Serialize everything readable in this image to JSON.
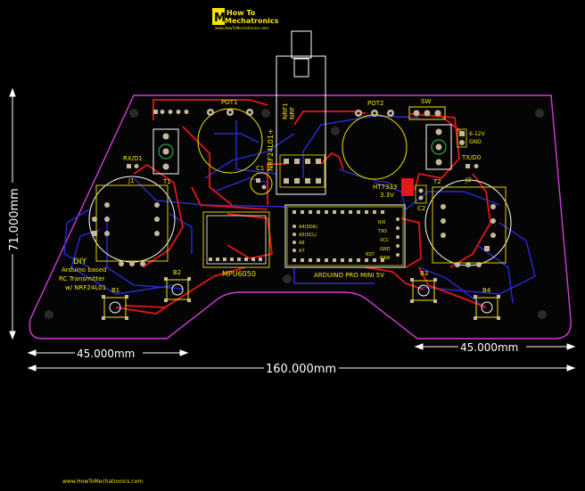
{
  "logo": {
    "line1": "How To",
    "line2": "Mechatronics",
    "site_small": "www.HowToMechatronics.com"
  },
  "footer_url": "www.HowToMechatronics.com",
  "dimensions": {
    "height": "71.000mm",
    "left_width": "45.000mm",
    "right_width": "45.000mm",
    "total_width": "160.000mm"
  },
  "labels": {
    "pot1": "POT1",
    "pot2": "POT2",
    "sw": "SW",
    "nrf1": "NRF1",
    "nrf2": "NRF",
    "nrf_module": "NRF24L01+",
    "c1": "C1",
    "c2": "C2",
    "rx": "RX/D1",
    "tx": "TX/D0",
    "j1": "J1",
    "j2": "J2",
    "t1": "T1",
    "t2": "T2",
    "b1": "B1",
    "b2": "B2",
    "b3": "B3",
    "b4": "B4",
    "mpu": "MPU6050",
    "arduino": "ARDUINO PRO MINI 5V",
    "ht_line1": "HT7333",
    "ht_line2": "3.3V",
    "power_line1": "6-12V",
    "power_line2": "GND",
    "diy": "DIY",
    "desc1": "Arduino based",
    "desc2": "RC Transmitter",
    "desc3": "w/ NRF24L01"
  },
  "pin_labels": {
    "a4": "A4(SDA)",
    "a5": "A5(SCL)",
    "a6": "A6",
    "a7": "A7",
    "rxi": "RXI",
    "txo": "TXO",
    "raw": "RAW",
    "gnd": "GND",
    "vcc": "VCC",
    "rst": "RST"
  },
  "colors": {
    "board_outline": "#d23cd8",
    "silk": "#f5e600",
    "copper_top": "#e4171b",
    "copper_bottom": "#2b2bd6",
    "pad": "#c8b89a"
  }
}
